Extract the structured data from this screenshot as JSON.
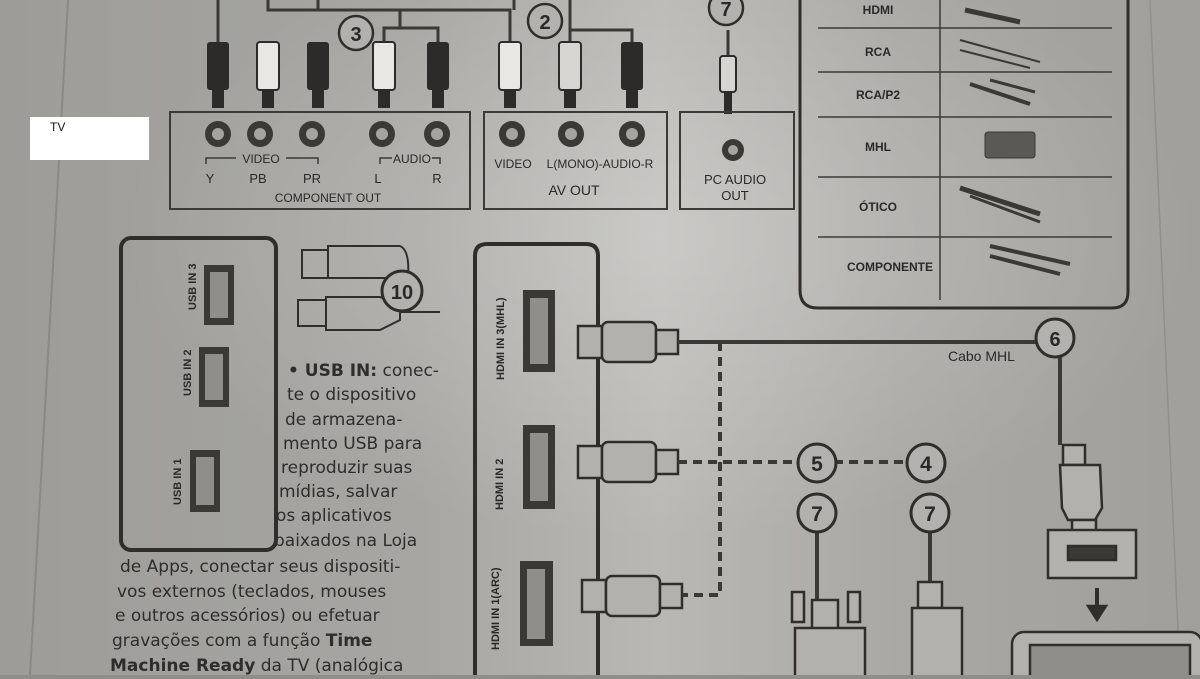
{
  "tv_label": "TV",
  "component": {
    "number": "3",
    "video_label": "VIDEO",
    "audio_label": "AUDIO",
    "ports": [
      "Y",
      "PB",
      "PR",
      "L",
      "R"
    ],
    "section_label": "COMPONENT OUT"
  },
  "av": {
    "number": "2",
    "video": "VIDEO",
    "audio_mid": "L(MONO)-AUDIO-R",
    "section_label": "AV OUT"
  },
  "pc": {
    "number": "7",
    "line1": "PC AUDIO",
    "line2": "OUT"
  },
  "cable_table": [
    "HDMI",
    "RCA",
    "RCA/P2",
    "MHL",
    "ÓTICO",
    "COMPONENTE"
  ],
  "usb": {
    "number": "10",
    "ports": [
      "USB IN 3",
      "USB IN 2",
      "USB IN 1"
    ]
  },
  "hdmi": {
    "ports": [
      "HDMI IN 3(MHL)",
      "HDMI IN 2",
      "HDMI IN 1(ARC)"
    ],
    "mhl_number": "6",
    "mhl_label": "Cabo MHL",
    "circles": [
      "5",
      "4",
      "7",
      "7"
    ]
  },
  "usb_text": {
    "heading": "• USB IN:",
    "lines": [
      "conec-",
      "te o dispositivo",
      "de armazena-",
      "mento USB para",
      "reproduzir suas",
      "mídias, salvar",
      "os aplicativos",
      "baixados na Loja",
      "de Apps, conectar seus dispositi-",
      "vos externos (teclados, mouses",
      "e outros acessórios) ou efetuar",
      "gravações com a função",
      "Time",
      "Machine Ready",
      "da TV (analógica"
    ]
  }
}
